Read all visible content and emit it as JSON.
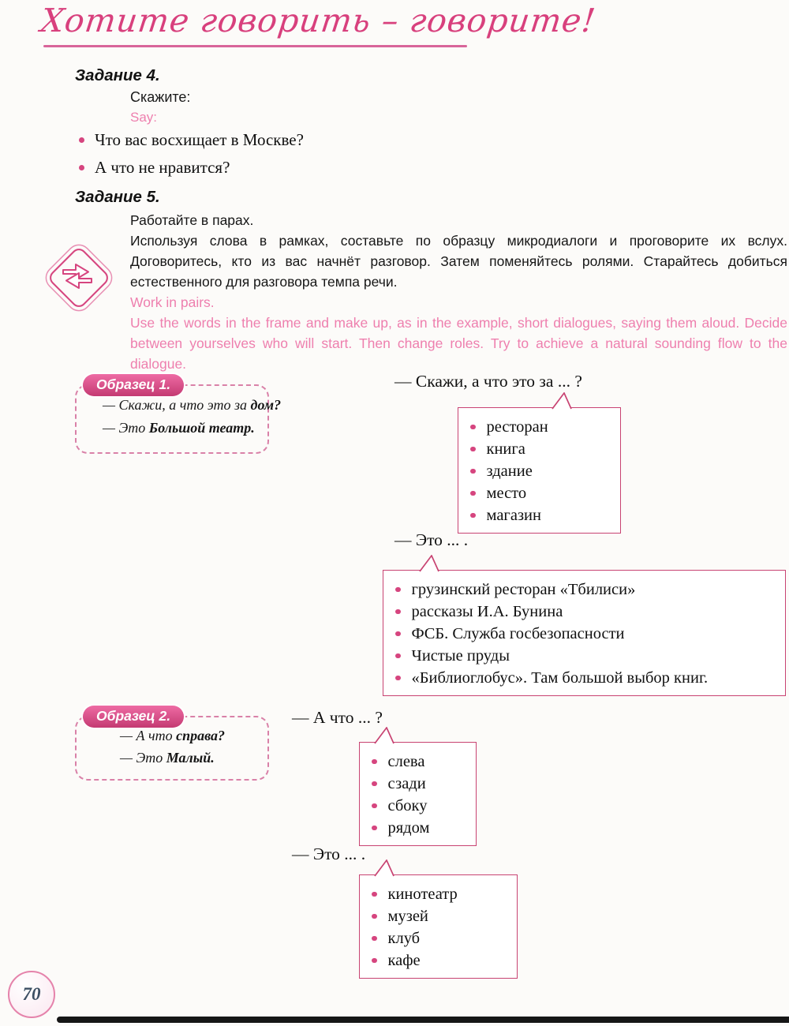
{
  "header": {
    "title": "Хотите говорить – говорите!"
  },
  "task4": {
    "label": "Задание 4.",
    "say_ru": "Скажите:",
    "say_en": "Say:",
    "questions": [
      "Что вас восхищает в Москве?",
      "А что не нравится?"
    ]
  },
  "task5": {
    "label": "Задание 5.",
    "ru": [
      "Работайте в парах.",
      "Используя слова в рамках, составьте по образцу микродиалоги и проговорите их вслух. Договоритесь, кто из вас начнёт разговор. Затем поменяйтесь ролями. Старайтесь добиться естественного для разговора темпа речи."
    ],
    "en": [
      "Work in pairs.",
      "Use the words in the frame and make up, as in the example, short dialogues, saying them aloud. Decide between yourselves who will start. Then change roles. Try to achieve a natural sounding flow to the dialogue."
    ]
  },
  "sample1": {
    "badge": "Образец 1.",
    "line1_pre": "— Скажи, а что это за ",
    "line1_bold": "дом?",
    "line2_pre": "— Это ",
    "line2_bold": "Большой театр.",
    "question": "— Скажи, а что это за ... ?",
    "question_words": [
      "ресторан",
      "книга",
      "здание",
      "место",
      "магазин"
    ],
    "answer": "— Это ... .",
    "answer_words": [
      "грузинский ресторан «Тбилиси»",
      "рассказы И.А. Бунина",
      "ФСБ. Служба госбезопасности",
      "Чистые пруды",
      "«Библиоглобус». Там большой выбор книг."
    ]
  },
  "sample2": {
    "badge": "Образец 2.",
    "line1_pre": "— А что ",
    "line1_bold": "справа?",
    "line2_pre": "— Это ",
    "line2_bold": "Малый.",
    "question": "— А что ... ?",
    "question_words": [
      "слева",
      "сзади",
      "сбоку",
      "рядом"
    ],
    "answer": "— Это ... .",
    "answer_words": [
      "кинотеатр",
      "музей",
      "клуб",
      "кафе"
    ]
  },
  "footer": {
    "page_number": "70"
  },
  "colors": {
    "accent_pink": "#d6457f",
    "helper_pink": "#ee7fae",
    "border_pink": "#c84372"
  }
}
